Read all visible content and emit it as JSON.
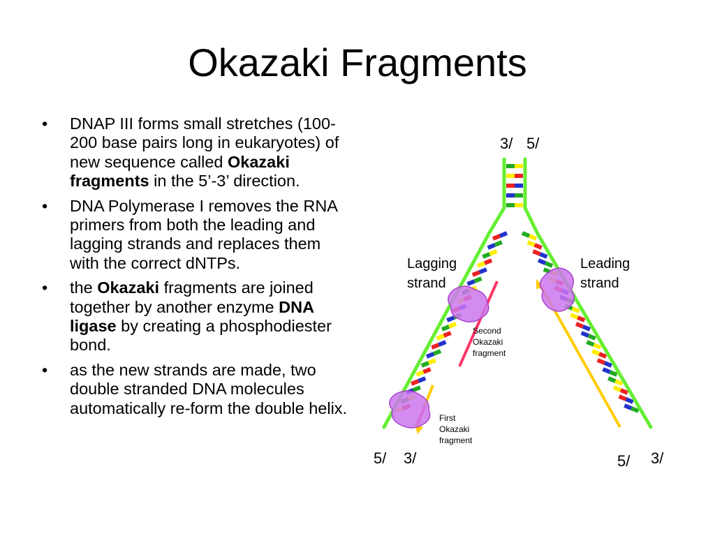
{
  "slide": {
    "title": "Okazaki Fragments",
    "bullet_char": "•",
    "bullets": [
      {
        "parts": [
          {
            "text": "DNAP III forms small stretches (100-200 base pairs long in eukaryotes) of new sequence called ",
            "bold": false
          },
          {
            "text": "Okazaki fragments",
            "bold": true
          },
          {
            "text": " in the 5’-3’ direction.",
            "bold": false
          }
        ]
      },
      {
        "parts": [
          {
            "text": " DNA Polymerase I removes the RNA primers from both the leading and lagging strands and replaces them with the correct dNTPs.",
            "bold": false
          }
        ]
      },
      {
        "parts": [
          {
            "text": " the ",
            "bold": false
          },
          {
            "text": "Okazaki",
            "bold": true
          },
          {
            "text": " fragments are joined together by another enzyme ",
            "bold": false
          },
          {
            "text": "DNA ligase",
            "bold": true
          },
          {
            "text": " by creating a phosphodiester bond.",
            "bold": false
          }
        ]
      },
      {
        "parts": [
          {
            "text": " as the new strands are made, two double stranded DNA molecules automatically re-form the double helix.",
            "bold": false
          }
        ]
      }
    ]
  },
  "diagram": {
    "top_left_end": "3/",
    "top_right_end": "5/",
    "bottom_left_end_a": "5/",
    "bottom_left_end_b": "3/",
    "bottom_right_end_a": "5/",
    "bottom_right_end_b": "3/",
    "lagging_label_1": "Lagging",
    "lagging_label_2": "strand",
    "leading_label_1": "Leading",
    "leading_label_2": "strand",
    "second_frag_1": "Second",
    "second_frag_2": "Okazaki",
    "second_frag_3": "fragment",
    "first_frag_1": "First",
    "first_frag_2": "Okazaki",
    "first_frag_3": "fragment",
    "colors": {
      "template": "#66ee33",
      "leading_new": "#ffcc00",
      "lagging_new": "#ff3366",
      "enzyme": "#cc77ee",
      "base_colors": [
        "#22aa22",
        "#ffee00",
        "#ee2222",
        "#2233cc"
      ]
    }
  }
}
